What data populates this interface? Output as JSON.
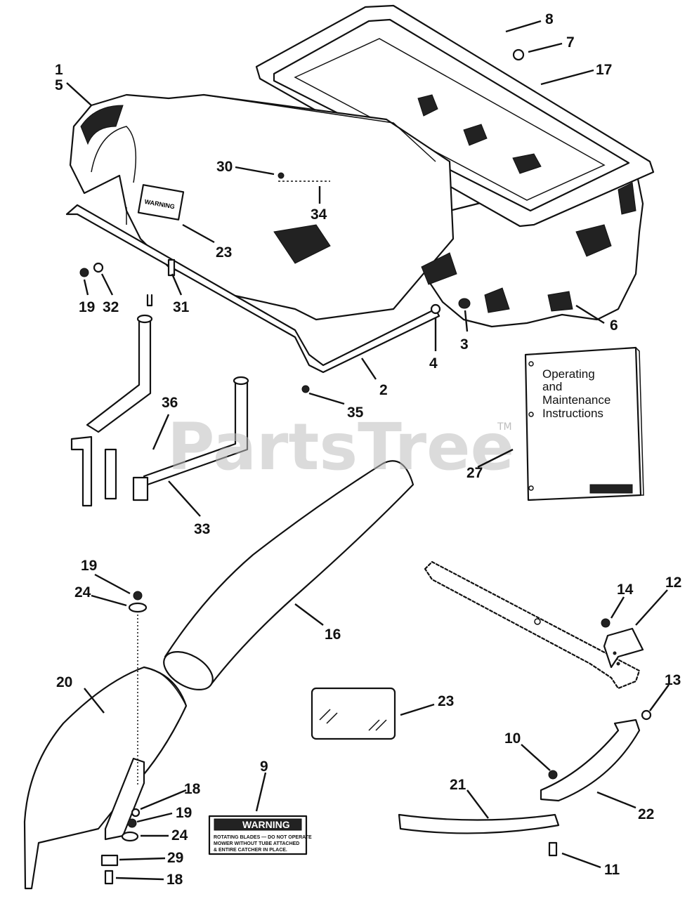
{
  "watermark": {
    "text": "PartsTree",
    "tm": "TM"
  },
  "manual": {
    "lines": [
      "Operating",
      "and",
      "Maintenance",
      "Instructions"
    ]
  },
  "warning_decal": {
    "title": "WARNING",
    "body": [
      "ROTATING BLADES — DO NOT OPERATE",
      "MOWER WITHOUT TUBE ATTACHED",
      "& ENTIRE CATCHER IN PLACE."
    ]
  },
  "hood_decal": {
    "text": "WARNING"
  },
  "callouts": {
    "c1": "1",
    "c5": "5",
    "c8": "8",
    "c7": "7",
    "c17": "17",
    "c30": "30",
    "c34": "34",
    "c23a": "23",
    "c19a": "19",
    "c32": "32",
    "c31": "31",
    "c3": "3",
    "c6": "6",
    "c4": "4",
    "c2": "2",
    "c35": "35",
    "c36": "36",
    "c33": "33",
    "c27": "27",
    "c19b": "19",
    "c24a": "24",
    "c16": "16",
    "c14": "14",
    "c12": "12",
    "c13": "13",
    "c20": "20",
    "c23b": "23",
    "c10": "10",
    "c9": "9",
    "c18a": "18",
    "c19c": "19",
    "c24b": "24",
    "c21": "21",
    "c22": "22",
    "c29": "29",
    "c18b": "18",
    "c11": "11"
  },
  "footer": {
    "text": ""
  }
}
